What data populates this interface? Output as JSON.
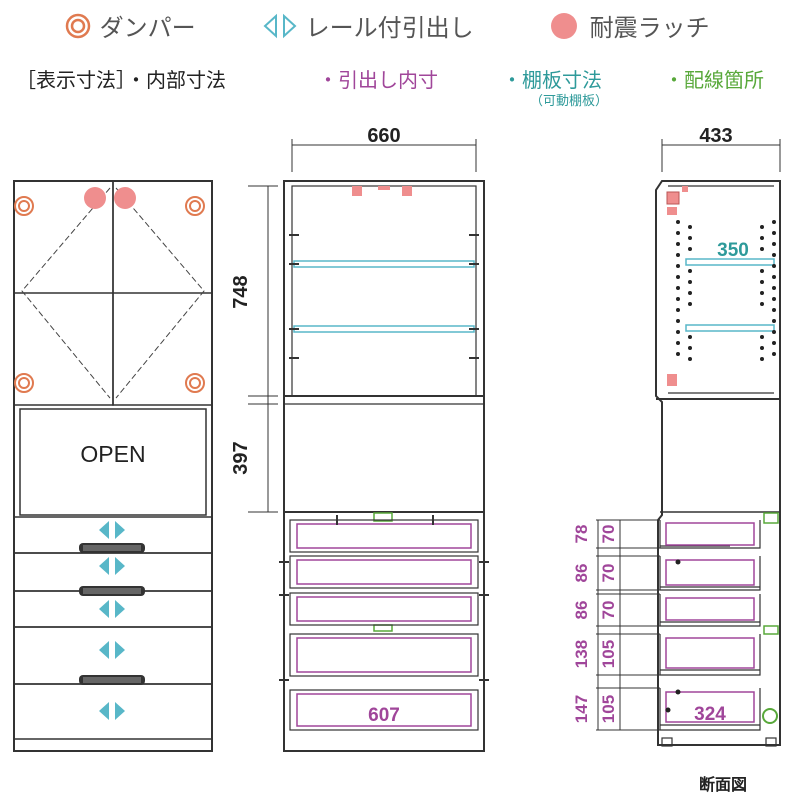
{
  "legend": {
    "damper": "ダンパー",
    "rail": "レール付引出し",
    "latch": "耐震ラッチ",
    "dims_label": "［表示寸法］・内部寸法",
    "drawer_inner": "・引出し内寸",
    "shelf": "・棚板寸法",
    "shelf_sub": "（可動棚板）",
    "wiring": "・配線箇所"
  },
  "front": {
    "open_label": "OPEN"
  },
  "dims": {
    "width": "660",
    "depth": "433",
    "upper_h": "748",
    "mid_h": "397",
    "drawer_w": "607",
    "shelf_depth": "350",
    "drawer_depth": "324",
    "drawer_outer": [
      "78",
      "86",
      "86",
      "138",
      "147"
    ],
    "drawer_inner": [
      "70",
      "70",
      "70",
      "105",
      "105"
    ]
  },
  "caption": "断面図",
  "colors": {
    "damper": "#e07a50",
    "rail": "#58b7c8",
    "latch": "#ef8e8e",
    "drawer_inner": "#a0469a",
    "shelf": "#2e9a9a",
    "wiring": "#58a83a"
  }
}
